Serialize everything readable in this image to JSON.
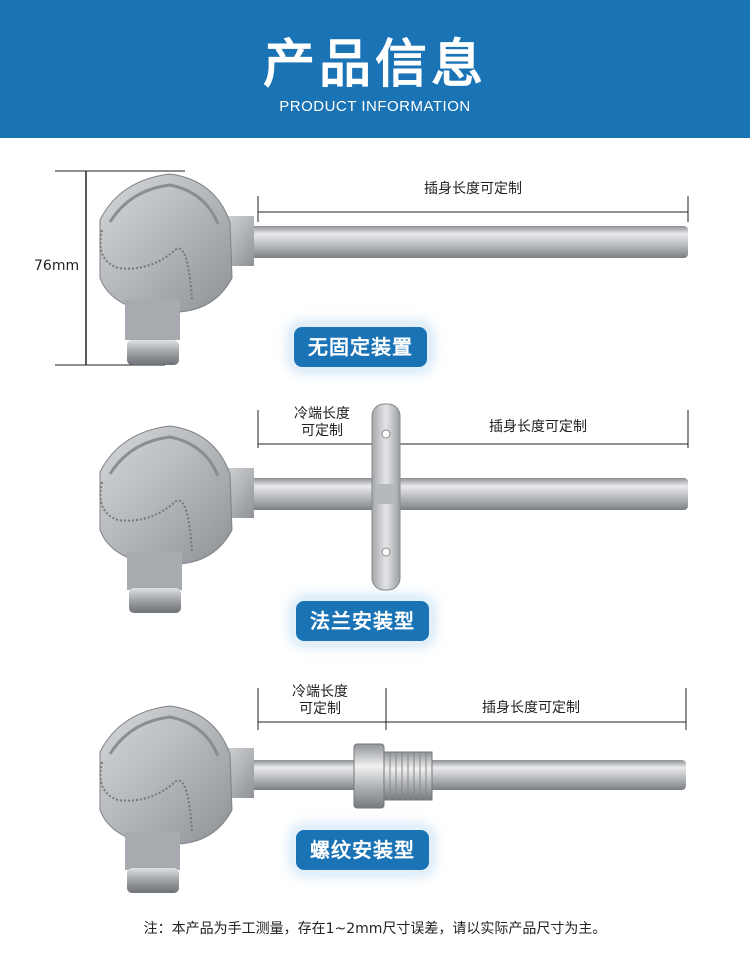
{
  "header": {
    "title": "产品信息",
    "subtitle": "PRODUCT INFORMATION"
  },
  "products": [
    {
      "height_label": "76mm",
      "insert_label": "插身长度可定制",
      "type_label": "无固定装置"
    },
    {
      "cold_label_line1": "冷端长度",
      "cold_label_line2": "可定制",
      "insert_label": "插身长度可定制",
      "type_label": "法兰安装型"
    },
    {
      "cold_label_line1": "冷端长度",
      "cold_label_line2": "可定制",
      "insert_label": "插身长度可定制",
      "type_label": "螺纹安装型"
    }
  ],
  "footnote": "注：本产品为手工测量，存在1~2mm尺寸误差，请以实际产品尺寸为主。",
  "colors": {
    "brand_blue": "#1a73b5",
    "housing_gray": "#b9bcc0",
    "rod_steel": "#c9cbce"
  }
}
